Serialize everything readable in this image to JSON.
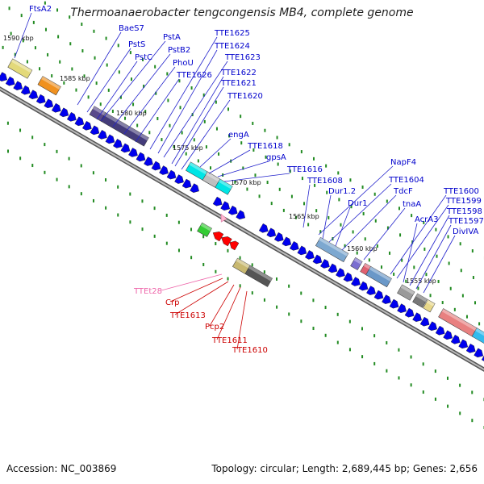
{
  "title": "Thermoanaerobacter tengcongensis MB4, complete genome",
  "footer": {
    "accession": "Accession: NC_003869",
    "topology": "Topology: circular; Length: 2,689,445 bp; Genes: 2,656"
  },
  "colors": {
    "gene_label": "#0000cc",
    "cds_arrow": "#0000ee",
    "trna_label": "#ee66aa",
    "reverse_label": "#cc0000",
    "backbone": "#888888",
    "tick_dot": "#228b22"
  },
  "tick_labels": [
    "1590 kbp",
    "1585 kbp",
    "1580 kbp",
    "1575 kbp",
    "1570 kbp",
    "1565 kbp",
    "1560 kbp",
    "1555 kbp"
  ],
  "forward_labels": [
    "FtsA2",
    "BaeS7",
    "PstS",
    "PstA",
    "PstC",
    "PstB2",
    "PhoU",
    "TTE1626",
    "TTE1625",
    "TTE1624",
    "TTE1623",
    "TTE1622",
    "TTE1621",
    "TTE1620",
    "engA",
    "TTE1618",
    "gpsA",
    "TTE1616",
    "TTE1608",
    "NapF4",
    "Dur1.2",
    "TTE1604",
    "Dur1",
    "TdcF",
    "tnaA",
    "TTE1600",
    "TTE1599",
    "AcrA3",
    "TTE1598",
    "TTE1597",
    "DivIVA"
  ],
  "reverse_labels": [
    "TTEt28",
    "Crp",
    "TTE1613",
    "Pcp2",
    "TTE1611",
    "TTE1610"
  ],
  "icons": [
    "gene-arrow-icon"
  ]
}
